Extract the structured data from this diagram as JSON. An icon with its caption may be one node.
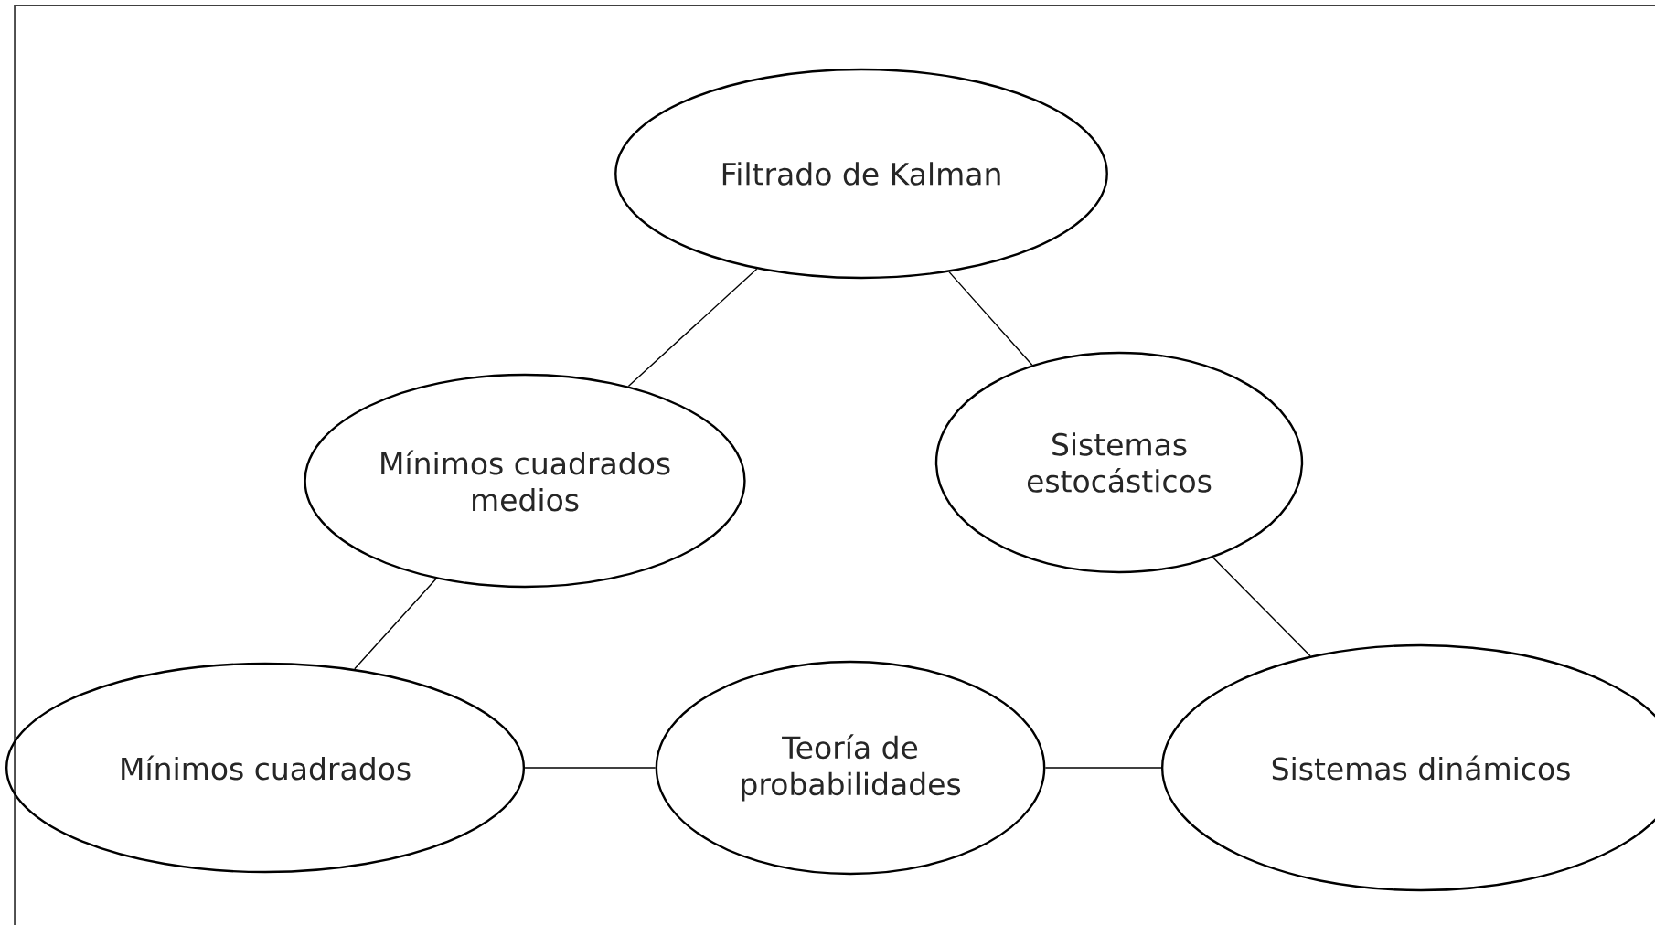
{
  "diagram": {
    "nodes": [
      {
        "text": [
          "Filtrado de Kalman"
        ]
      },
      {
        "text": [
          "Mínimos cuadrados medios"
        ]
      },
      {
        "text": [
          "Sistemas estocásticos"
        ]
      },
      {
        "text": [
          "Mínimos cuadrados"
        ]
      },
      {
        "text": [
          "Teoría de probabilidades"
        ]
      },
      {
        "text": [
          "Sistemas dinámicos"
        ]
      }
    ],
    "edges": [
      {
        "from": 0,
        "to": 1,
        "arrow": "none"
      },
      {
        "from": 0,
        "to": 2,
        "arrow": "none"
      },
      {
        "from": 1,
        "to": 3,
        "arrow": "none"
      },
      {
        "from": 2,
        "to": 5,
        "arrow": "none"
      },
      {
        "from": 3,
        "to": 4,
        "arrow": "none"
      },
      {
        "from": 4,
        "to": 5,
        "arrow": "none"
      }
    ]
  }
}
